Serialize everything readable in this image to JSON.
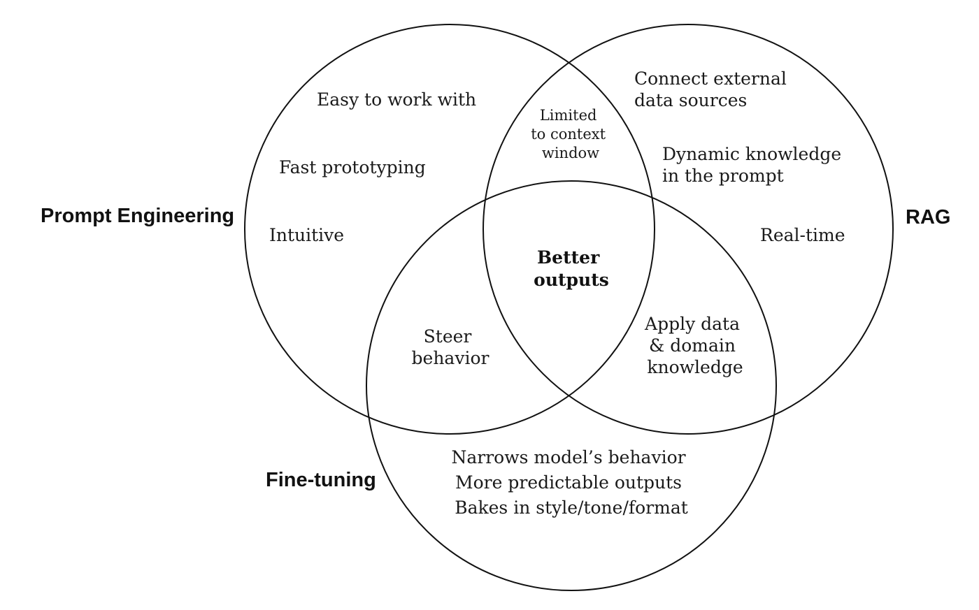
{
  "sets": {
    "prompt_engineering": {
      "label": "Prompt Engineering",
      "items": [
        "Easy to work with",
        "Fast prototyping",
        "Intuitive"
      ]
    },
    "rag": {
      "label": "RAG",
      "items": [
        [
          "Connect external",
          "data sources"
        ],
        [
          "Dynamic knowledge",
          "in the prompt"
        ],
        [
          "Real-time"
        ]
      ]
    },
    "fine_tuning": {
      "label": "Fine-tuning",
      "items": [
        "Narrows model’s behavior",
        "More predictable outputs",
        "Bakes in style/tone/format"
      ]
    }
  },
  "overlaps": {
    "prompt_rag": [
      "Limited",
      "to context",
      "window"
    ],
    "prompt_fine_tuning": [
      "Steer",
      "behavior"
    ],
    "rag_fine_tuning": [
      "Apply data",
      "& domain",
      "knowledge"
    ],
    "all": [
      "Better",
      "outputs"
    ]
  }
}
